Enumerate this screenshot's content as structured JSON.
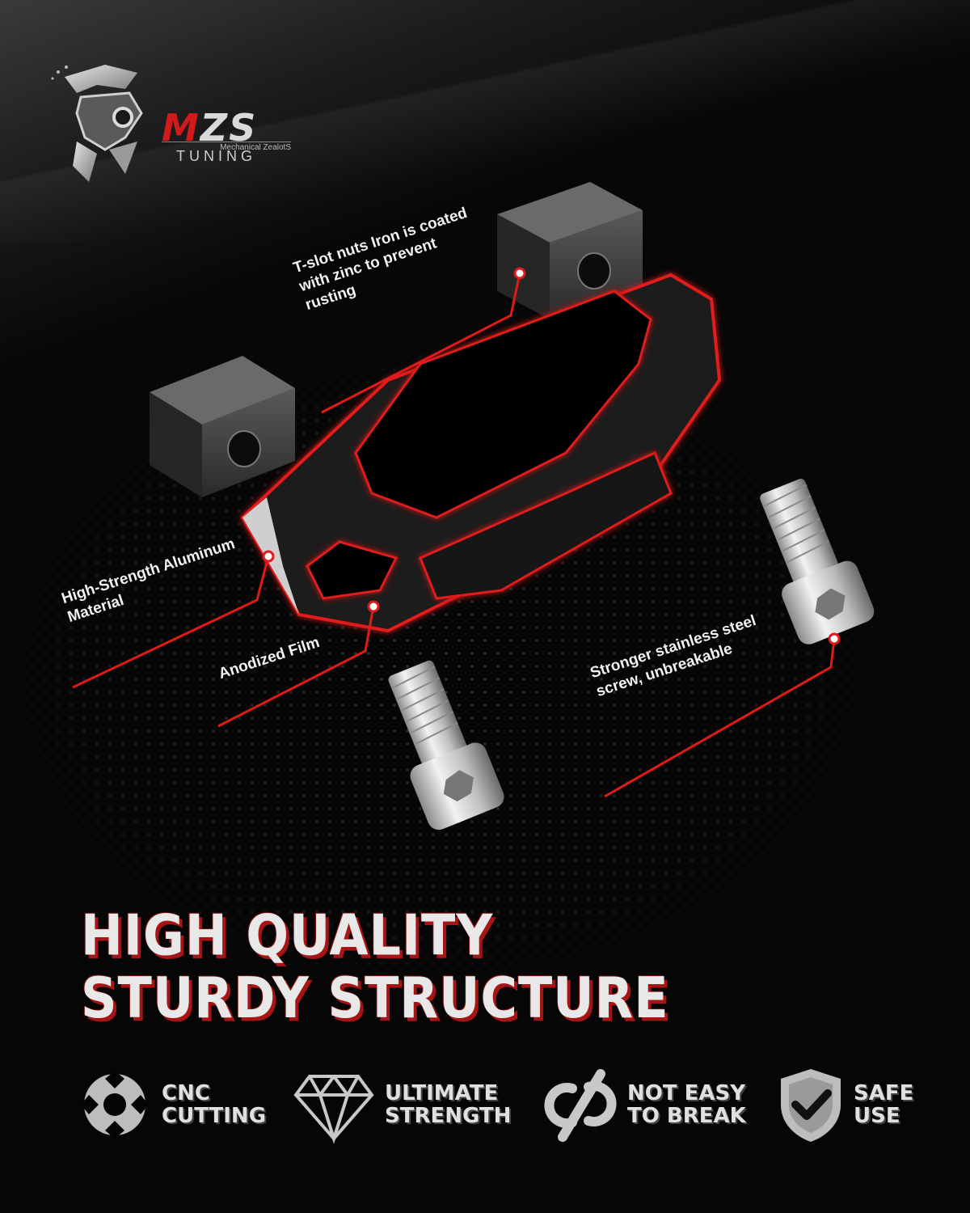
{
  "brand": {
    "wordmark": "MZS",
    "tagline": "Mechanical ZealotS",
    "subbrand": "TUNING"
  },
  "callouts": {
    "tslot": "T-slot nuts Iron is coated with zinc to prevent rusting",
    "material": "High-Strength Aluminum Material",
    "film": "Anodized Film",
    "screw": "Stronger stainless steel screw, unbreakable"
  },
  "headline": {
    "line1": "HIGH QUALITY",
    "line2": "STURDY STRUCTURE"
  },
  "features": [
    {
      "icon": "cnc-blade-icon",
      "label": "CNC\nCUTTING"
    },
    {
      "icon": "diamond-icon",
      "label": "ULTIMATE\nSTRENGTH"
    },
    {
      "icon": "broken-link-icon",
      "label": "NOT EASY\nTO BREAK"
    },
    {
      "icon": "shield-check-icon",
      "label": "SAFE\nUSE"
    }
  ],
  "colors": {
    "accent": "#d11a1a",
    "background": "#050505",
    "text": "#e8e8e8"
  }
}
